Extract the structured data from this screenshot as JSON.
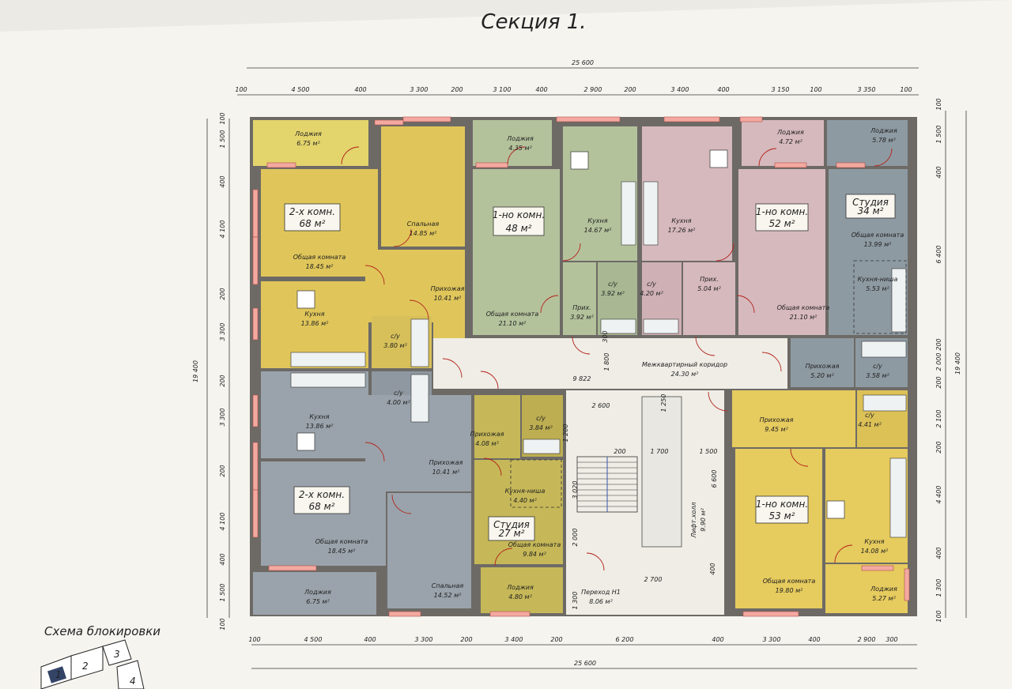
{
  "title": "Секция 1.",
  "dimensions": {
    "top_total": "25 600",
    "top_segments": [
      "100",
      "4 500",
      "400",
      "3 300",
      "200",
      "3 100",
      "400",
      "2 900",
      "200",
      "3 400",
      "400",
      "3 150",
      "100",
      "3 350",
      "100"
    ],
    "bottom_total": "25 600",
    "bottom_segments": [
      "100",
      "4 500",
      "400",
      "3 300",
      "200",
      "3 400",
      "200",
      "6 200",
      "400",
      "3 300",
      "400",
      "2 900",
      "300"
    ],
    "left_total": "19 400",
    "left_segments": [
      "100",
      "1 500",
      "400",
      "4 100",
      "200",
      "3 300",
      "200",
      "3 300",
      "200",
      "4 100",
      "400",
      "1 500",
      "100"
    ],
    "right_total": "19 400",
    "right_segments": [
      "100",
      "1 500",
      "400",
      "6 400",
      "200",
      "2 000",
      "200",
      "2 100",
      "200",
      "4 400",
      "400",
      "1 300",
      "100"
    ],
    "inner": [
      "9 822",
      "2 600",
      "1 800",
      "1 200",
      "1 500",
      "6 600",
      "2 700",
      "1 250",
      "1 700",
      "200",
      "2 000",
      "1 300",
      "3 020",
      "300",
      "400"
    ]
  },
  "rooms": [
    {
      "id": "r1",
      "name": "Лоджия",
      "area": "6.75 м²",
      "color": "#e3d46c"
    },
    {
      "id": "r2",
      "name": "Спальная",
      "area": "14.85 м²",
      "color": "#e0c65a"
    },
    {
      "id": "r3",
      "name": "Общая комната",
      "area": "18.45 м²",
      "color": "#e0c65a"
    },
    {
      "id": "r4",
      "name": "Прихожая",
      "area": "10.41 м²",
      "color": "#e0c65a"
    },
    {
      "id": "r5",
      "name": "Кухня",
      "area": "13.86 м²",
      "color": "#e0c65a"
    },
    {
      "id": "r6",
      "name": "с/у",
      "area": "3.80 м²",
      "color": "#e0c65a"
    },
    {
      "id": "r7",
      "name": "Лоджия",
      "area": "4.35 м²",
      "color": "#b4c29c"
    },
    {
      "id": "r8",
      "name": "Общая комната",
      "area": "21.10 м²",
      "color": "#b4c29c"
    },
    {
      "id": "r9",
      "name": "Кухня",
      "area": "14.67 м²",
      "color": "#b4c29c"
    },
    {
      "id": "r10",
      "name": "с/у",
      "area": "3.92 м²",
      "color": "#b4c29c"
    },
    {
      "id": "r11",
      "name": "Прих.",
      "area": "3.92 м²",
      "color": "#b4c29c"
    },
    {
      "id": "r12",
      "name": "Кухня",
      "area": "17.26 м²",
      "color": "#d6b9bd"
    },
    {
      "id": "r13",
      "name": "с/у",
      "area": "4.20 м²",
      "color": "#d6b9bd"
    },
    {
      "id": "r14",
      "name": "Прих.",
      "area": "5.04 м²",
      "color": "#d6b9bd"
    },
    {
      "id": "r15",
      "name": "Лоджия",
      "area": "4.72 м²",
      "color": "#d6b9bd"
    },
    {
      "id": "r16",
      "name": "Общая комната",
      "area": "21.10 м²",
      "color": "#d6b9bd"
    },
    {
      "id": "r17",
      "name": "Лоджия",
      "area": "5.78 м²",
      "color": "#8e9aa2"
    },
    {
      "id": "r18",
      "name": "Общая комната",
      "area": "13.99 м²",
      "color": "#8e9aa2"
    },
    {
      "id": "r19",
      "name": "Кухня-ниша",
      "area": "5.53 м²",
      "color": "#8e9aa2"
    },
    {
      "id": "r20",
      "name": "Прихожая",
      "area": "5.20 м²",
      "color": "#8e9aa2"
    },
    {
      "id": "r21",
      "name": "с/у",
      "area": "3.58 м²",
      "color": "#8e9aa2"
    },
    {
      "id": "r22",
      "name": "Межквартирный коридор",
      "area": "24.30 м²",
      "color": "#efede6"
    },
    {
      "id": "r23",
      "name": "Кухня",
      "area": "13.86 м²",
      "color": "#9aa3ab"
    },
    {
      "id": "r24",
      "name": "с/у",
      "area": "4.00 м²",
      "color": "#9aa3ab"
    },
    {
      "id": "r25",
      "name": "Прихожая",
      "area": "10.41 м²",
      "color": "#9aa3ab"
    },
    {
      "id": "r26",
      "name": "Общая комната",
      "area": "18.45 м²",
      "color": "#9aa3ab"
    },
    {
      "id": "r27",
      "name": "Спальная",
      "area": "14.52 м²",
      "color": "#9aa3ab"
    },
    {
      "id": "r28",
      "name": "Лоджия",
      "area": "6.75 м²",
      "color": "#9aa3ab"
    },
    {
      "id": "r29",
      "name": "Прихожая",
      "area": "4.08 м²",
      "color": "#c6b858"
    },
    {
      "id": "r30",
      "name": "с/у",
      "area": "3.84 м²",
      "color": "#c6b858"
    },
    {
      "id": "r31",
      "name": "Кухня-ниша",
      "area": "4.40 м²",
      "color": "#c6b858"
    },
    {
      "id": "r32",
      "name": "Общая комната",
      "area": "9.84 м²",
      "color": "#c6b858"
    },
    {
      "id": "r33",
      "name": "Лоджия",
      "area": "4.80 м²",
      "color": "#c6b858"
    },
    {
      "id": "r34",
      "name": "Лифт.холл",
      "area": "9.90 м²",
      "color": "#efede6"
    },
    {
      "id": "r35",
      "name": "Переход Н1",
      "area": "8.06 м²",
      "color": "#efede6"
    },
    {
      "id": "r36",
      "name": "Прихожая",
      "area": "9.45 м²",
      "color": "#e6cb5e"
    },
    {
      "id": "r37",
      "name": "с/у",
      "area": "4.41 м²",
      "color": "#e6cb5e"
    },
    {
      "id": "r38",
      "name": "Кухня",
      "area": "14.08 м²",
      "color": "#e6cb5e"
    },
    {
      "id": "r39",
      "name": "Общая комната",
      "area": "19.80 м²",
      "color": "#e6cb5e"
    },
    {
      "id": "r40",
      "name": "Лоджия",
      "area": "5.27 м²",
      "color": "#e6cb5e"
    }
  ],
  "apartments": [
    {
      "name": "2-х комн.",
      "area": "68 м²"
    },
    {
      "name": "1-но комн.",
      "area": "48 м²"
    },
    {
      "name": "1-но комн.",
      "area": "52 м²"
    },
    {
      "name": "Студия",
      "area": "34 м²"
    },
    {
      "name": "2-х комн.",
      "area": "68 м²"
    },
    {
      "name": "Студия",
      "area": "27 м²"
    },
    {
      "name": "1-но комн.",
      "area": "53 м²"
    }
  ],
  "block_scheme": {
    "title": "Схема блокировки",
    "blocks": [
      "1",
      "2",
      "3",
      "4"
    ]
  }
}
